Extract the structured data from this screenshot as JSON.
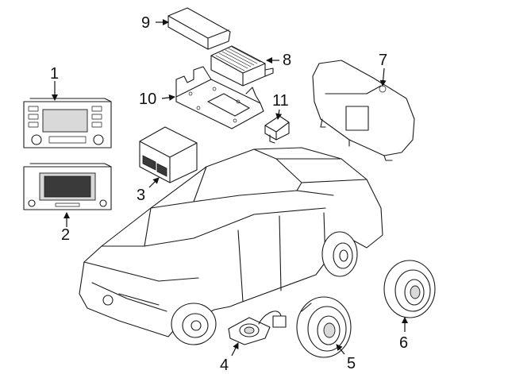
{
  "callouts": [
    {
      "id": "1",
      "label": "1"
    },
    {
      "id": "2",
      "label": "2"
    },
    {
      "id": "3",
      "label": "3"
    },
    {
      "id": "4",
      "label": "4"
    },
    {
      "id": "5",
      "label": "5"
    },
    {
      "id": "6",
      "label": "6"
    },
    {
      "id": "7",
      "label": "7"
    },
    {
      "id": "8",
      "label": "8"
    },
    {
      "id": "9",
      "label": "9"
    },
    {
      "id": "10",
      "label": "10"
    },
    {
      "id": "11",
      "label": "11"
    }
  ],
  "colors": {
    "line": "#1a1a1a",
    "background": "#ffffff",
    "screen": "#d9d9d9"
  }
}
